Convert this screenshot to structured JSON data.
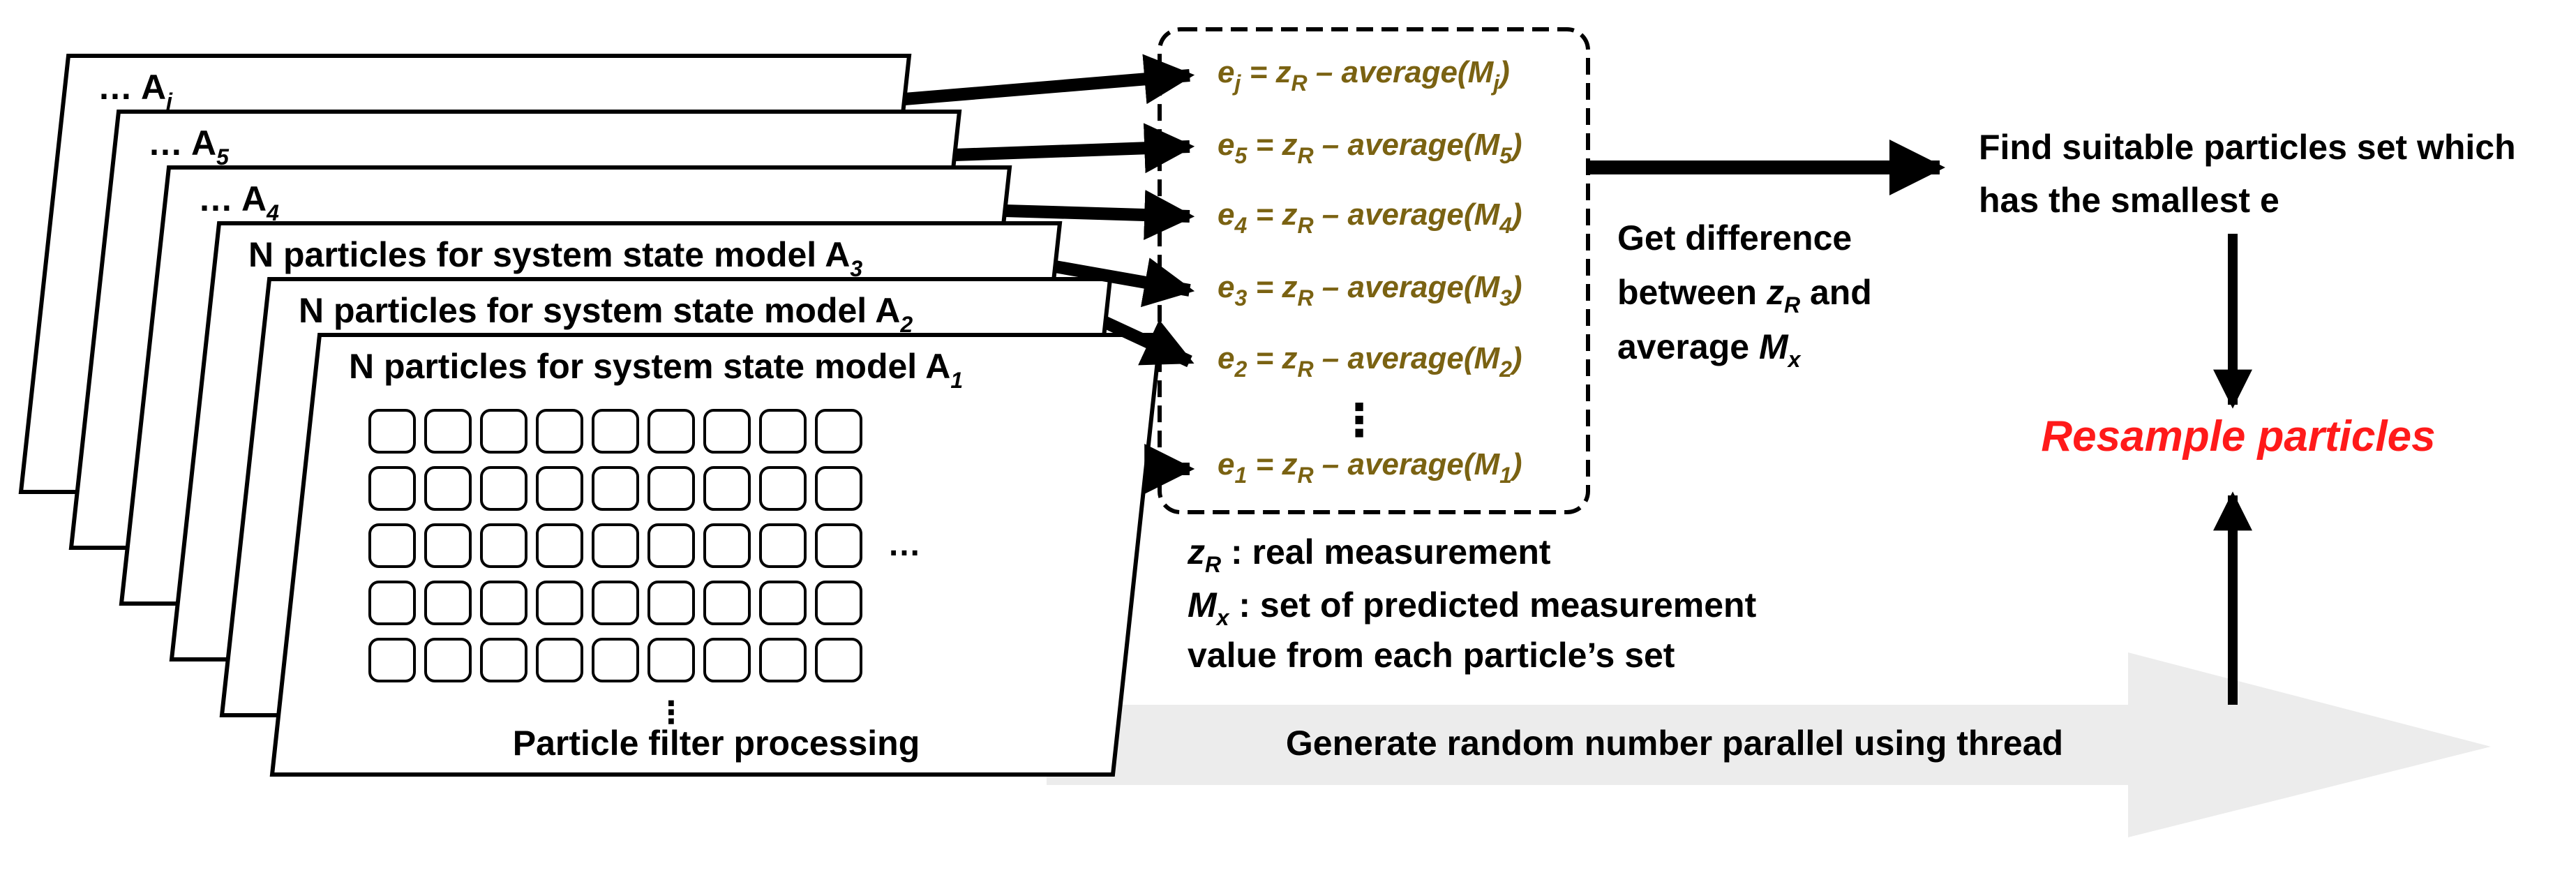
{
  "colors": {
    "equation": "#7a6212",
    "resample": "#ff1a1a",
    "band": "#ececec",
    "line": "#000000"
  },
  "cards": [
    {
      "prefix": "… A",
      "sub": "j"
    },
    {
      "prefix": "… A",
      "sub": "5"
    },
    {
      "prefix": "… A",
      "sub": "4"
    },
    {
      "prefix": "N particles for system state model A",
      "sub": "3"
    },
    {
      "prefix": "N particles for system state model A",
      "sub": "2"
    },
    {
      "prefix": "N particles for system state model A",
      "sub": "1"
    }
  ],
  "grid": {
    "rows": 5,
    "cols": 9,
    "row_ellipsis": "…",
    "col_ellipsis": "⋮"
  },
  "processing_label": "Particle filter processing",
  "equations": [
    {
      "e": "e",
      "e_sub": "j",
      "mid": " = z",
      "mid_sub": "R",
      "rest": " – average(M",
      "m_sub": "j",
      "close": ")"
    },
    {
      "e": "e",
      "e_sub": "5",
      "mid": " = z",
      "mid_sub": "R",
      "rest": " – average(M",
      "m_sub": "5",
      "close": ")"
    },
    {
      "e": "e",
      "e_sub": "4",
      "mid": " = z",
      "mid_sub": "R",
      "rest": " – average(M",
      "m_sub": "4",
      "close": ")"
    },
    {
      "e": "e",
      "e_sub": "3",
      "mid": " = z",
      "mid_sub": "R",
      "rest": " – average(M",
      "m_sub": "3",
      "close": ")"
    },
    {
      "e": "e",
      "e_sub": "2",
      "mid": " = z",
      "mid_sub": "R",
      "rest": " – average(M",
      "m_sub": "2",
      "close": ")"
    },
    {
      "e": "e",
      "e_sub": "1",
      "mid": " = z",
      "mid_sub": "R",
      "rest": " – average(M",
      "m_sub": "1",
      "close": ")"
    }
  ],
  "equations_ellipsis": "⋮",
  "difference": {
    "line1": "Get difference",
    "line2_pre": "between ",
    "line2_var": "z",
    "line2_sub": "R",
    "line2_post": " and",
    "line3_pre": "average ",
    "line3_var": "M",
    "line3_sub": "x"
  },
  "find": {
    "line1": "Find suitable particles set which",
    "line2": "has the smallest e"
  },
  "resample": "Resample particles",
  "legend": {
    "zr_var": "z",
    "zr_sub": "R",
    "zr_text": " : real measurement",
    "mx_var": "M",
    "mx_sub": "x",
    "mx_text": " : set of predicted measurement",
    "mx_line2": "value from each particle’s set"
  },
  "band_label": "Generate random number parallel using thread"
}
